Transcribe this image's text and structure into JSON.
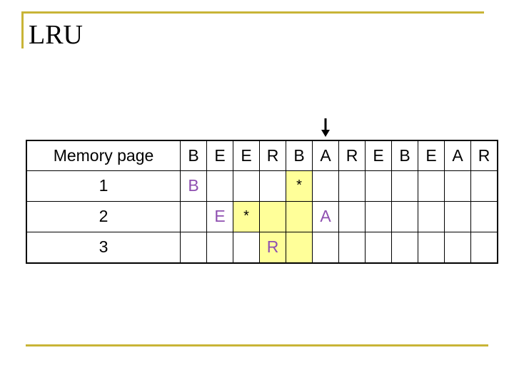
{
  "title": "LRU",
  "header_label": "Memory page",
  "sequence": [
    "B",
    "E",
    "E",
    "R",
    "B",
    "A",
    "R",
    "E",
    "B",
    "E",
    "A",
    "R"
  ],
  "rows": [
    {
      "label": "1",
      "cells": [
        "B",
        "",
        "",
        "",
        "*",
        "",
        "",
        "",
        "",
        "",
        "",
        ""
      ]
    },
    {
      "label": "2",
      "cells": [
        "",
        "E",
        "*",
        "",
        "",
        "A",
        "",
        "",
        "",
        "",
        "",
        ""
      ]
    },
    {
      "label": "3",
      "cells": [
        "",
        "",
        "",
        "R",
        "",
        "",
        "",
        "",
        "",
        "",
        "",
        ""
      ]
    }
  ],
  "highlight": [
    [
      0,
      4
    ],
    [
      1,
      2
    ],
    [
      1,
      3
    ],
    [
      1,
      4
    ],
    [
      2,
      3
    ],
    [
      2,
      4
    ]
  ],
  "pointer_step": 5,
  "colors": {
    "frame": "#c8b437",
    "highlight": "#ffff99",
    "page_letter": "#8e4fb0"
  }
}
